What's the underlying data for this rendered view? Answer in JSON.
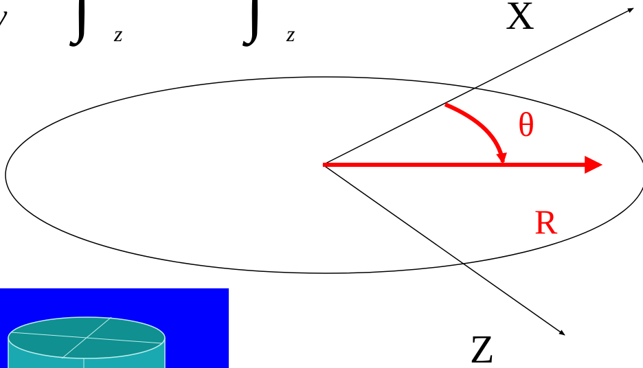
{
  "labels": {
    "x_axis": "X",
    "z_axis": "Z",
    "angle": "θ",
    "radius": "R",
    "integral_1_symbol": "∫",
    "integral_1_subscript": "z",
    "integral_2_symbol": "∫",
    "integral_2_subscript": "z",
    "left_fragment": "y"
  },
  "colors": {
    "background": "#ffffff",
    "stroke": "#000000",
    "highlight": "#ff0000",
    "inset_background": "#0000ff",
    "cylinder_top": "#109090",
    "cylinder_side": "#1aa9b0",
    "cylinder_edge": "#bfeef0"
  },
  "icons": {
    "cylinder": "cylinder-3d-icon"
  }
}
